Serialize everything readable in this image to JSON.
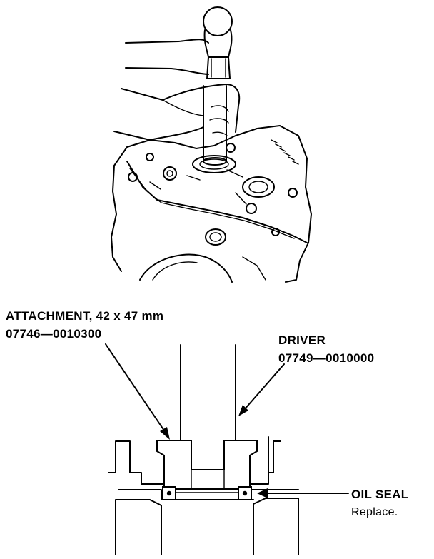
{
  "labels": {
    "attachment_name": "ATTACHMENT, 42 x 47 mm",
    "attachment_part": "07746—0010300",
    "driver_name": "DRIVER",
    "driver_part": "07749—0010000",
    "oil_seal_name": "OIL SEAL",
    "oil_seal_note": "Replace."
  }
}
